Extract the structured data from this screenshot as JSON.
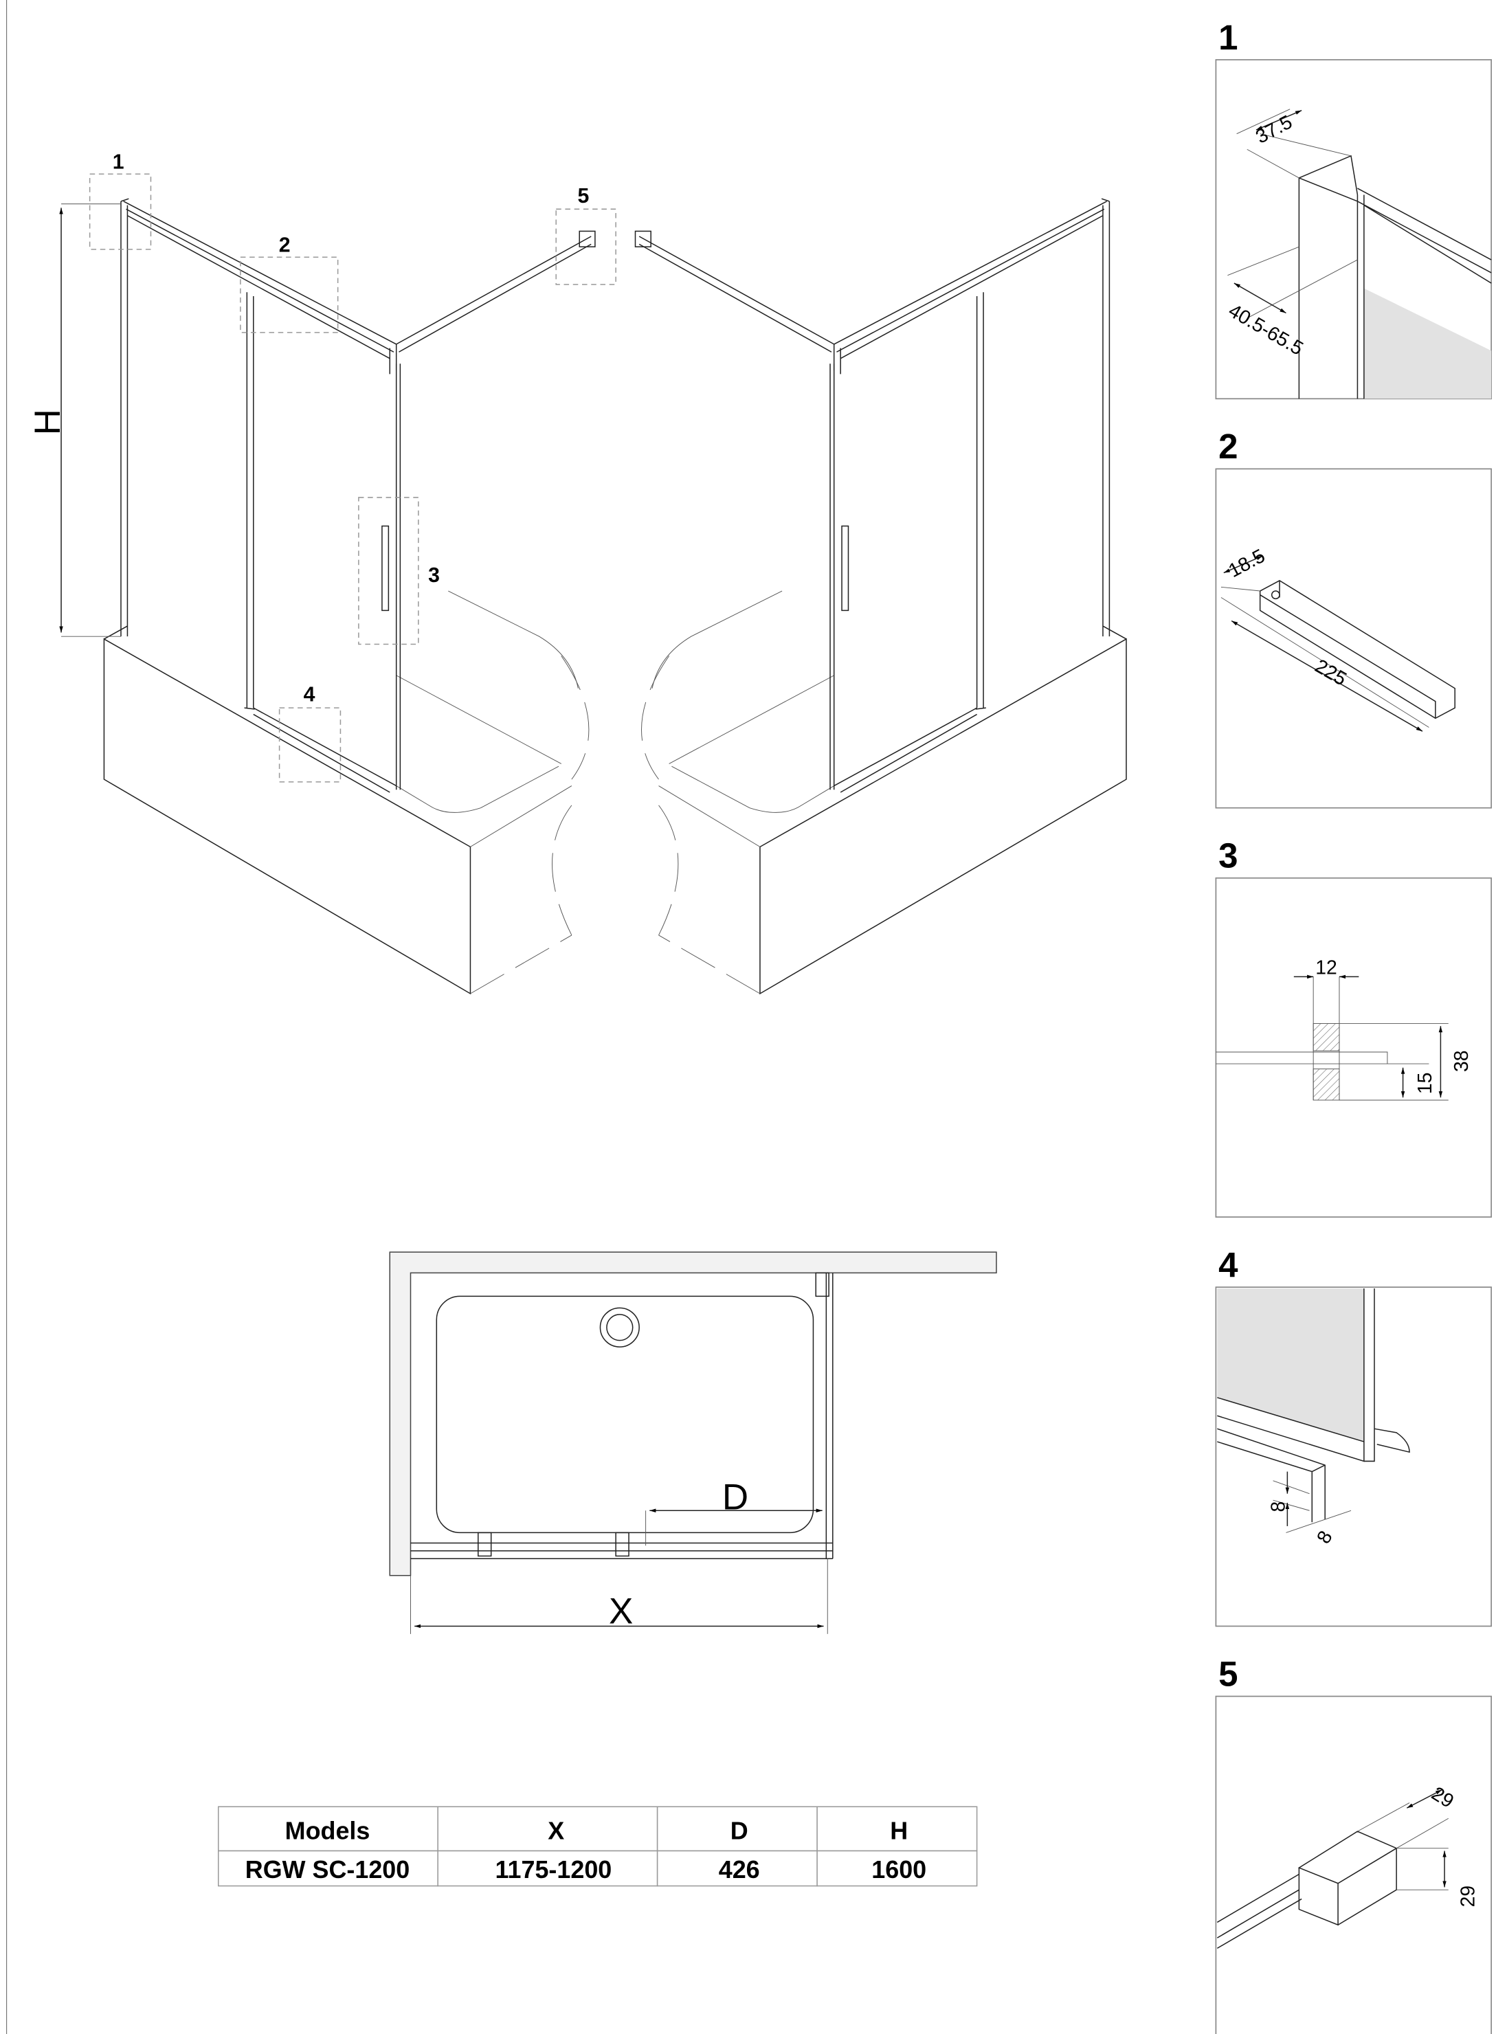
{
  "callouts": [
    "1",
    "2",
    "3",
    "4",
    "5"
  ],
  "dimension_labels": {
    "height": "H",
    "width": "X",
    "door": "D"
  },
  "details": [
    {
      "number": "1",
      "dims": [
        "37.5",
        "40.5-65.5"
      ]
    },
    {
      "number": "2",
      "dims": [
        "18.5",
        "225"
      ]
    },
    {
      "number": "3",
      "dims": [
        "12",
        "15",
        "38"
      ]
    },
    {
      "number": "4",
      "dims": [
        "8",
        "8"
      ]
    },
    {
      "number": "5",
      "dims": [
        "29",
        "29"
      ]
    }
  ],
  "table": {
    "headers": [
      "Models",
      "X",
      "D",
      "H"
    ],
    "rows": [
      [
        "RGW SC-1200",
        "1175-1200",
        "426",
        "1600"
      ]
    ]
  },
  "colors": {
    "line": "#222222",
    "glass": "#e2e2e2",
    "wall": "#f2f2f2"
  }
}
